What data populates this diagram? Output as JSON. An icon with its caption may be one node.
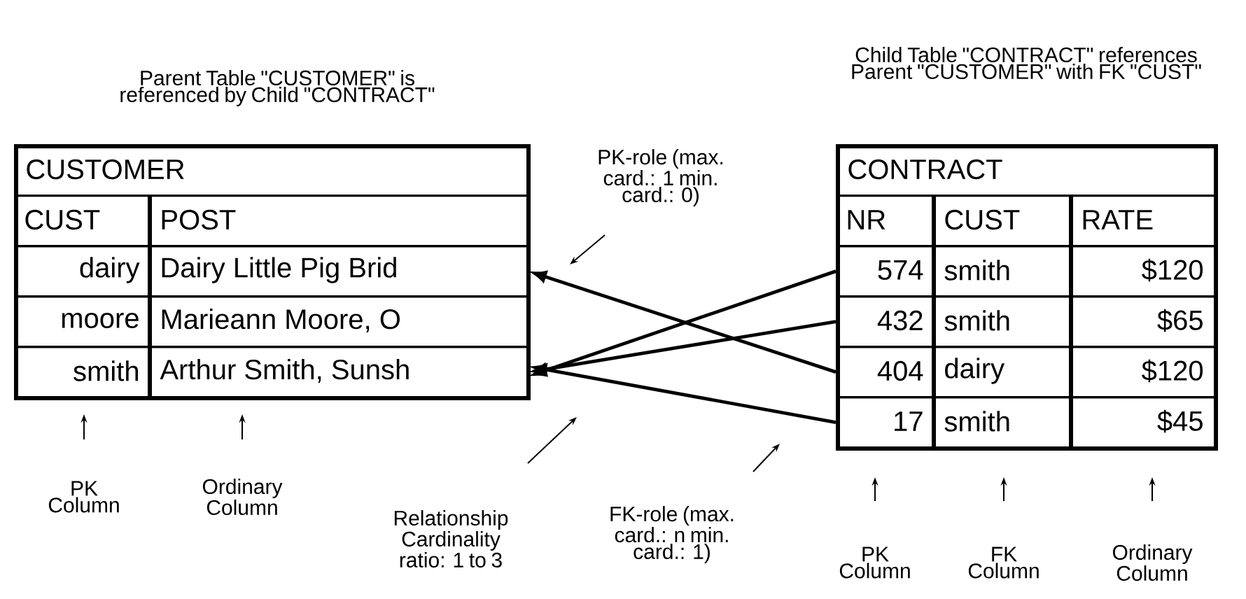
{
  "diagram": {
    "nodes": [
      {
        "text": [
          "CUSTOMER"
        ],
        "beside": [
          "Parent Table \"CUSTOMER\" is referenced by Child \"CONTRACT\""
        ]
      },
      {
        "text": [
          "CUST",
          "POST"
        ],
        "in": 0
      },
      {
        "text": [
          "dairy",
          "Dairy Little Pig Brid"
        ],
        "in": 0
      },
      {
        "text": [
          "moore",
          "Marieann Moore, O"
        ],
        "in": 0
      },
      {
        "text": [
          "smith",
          "Arthur Smith, Sunsh"
        ],
        "in": 0
      },
      {
        "text": [
          "CONTRACT"
        ],
        "beside": [
          "Child Table \"CONTRACT\" references Parent \"CUSTOMER\" with FK \"CUST\""
        ]
      },
      {
        "text": [
          "NR",
          "CUST",
          "RATE"
        ],
        "in": 5
      },
      {
        "text": [
          "574",
          "smith",
          "$120"
        ],
        "in": 5
      },
      {
        "text": [
          "432",
          "smith",
          "$65"
        ],
        "in": 5
      },
      {
        "text": [
          "404",
          "dairy",
          "$120"
        ],
        "in": 5
      },
      {
        "text": [
          "17",
          "smith",
          "$45"
        ],
        "in": 5
      }
    ],
    "edges": [
      {
        "from": 7,
        "to": 4,
        "arrow": "to"
      },
      {
        "from": 8,
        "to": 4,
        "arrow": "to"
      },
      {
        "from": 9,
        "to": 2,
        "arrow": "to"
      },
      {
        "from": 10,
        "to": 4,
        "arrow": "to"
      }
    ],
    "labels": [
      "PK-role (max. card.: 1 min. card.: 0)",
      "PK Column",
      "Ordinary Column",
      "Relationship Cardinality ratio: 1 to 3",
      "FK-role (max. card.: n min. card.: 1)",
      "PK Column",
      "FK Column",
      "Ordinary Column"
    ]
  }
}
